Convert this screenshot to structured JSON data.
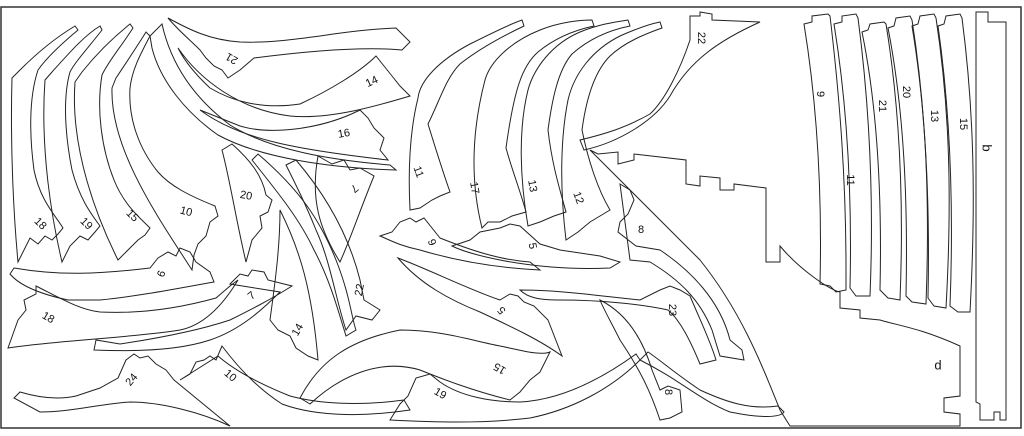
{
  "sheet": {
    "title": "Laser-cut parts layout",
    "line_color": "#222222",
    "background": "#ffffff"
  },
  "parts": [
    {
      "id": "p21a",
      "label": "21"
    },
    {
      "id": "p14a",
      "label": "14"
    },
    {
      "id": "p16",
      "label": "16"
    },
    {
      "id": "p7a",
      "label": "7"
    },
    {
      "id": "p20a",
      "label": "20"
    },
    {
      "id": "p18a",
      "label": "18"
    },
    {
      "id": "p19a",
      "label": "19"
    },
    {
      "id": "p15a",
      "label": "15"
    },
    {
      "id": "p10a",
      "label": "10"
    },
    {
      "id": "p6a",
      "label": "6"
    },
    {
      "id": "p18b",
      "label": "18"
    },
    {
      "id": "p7b",
      "label": "7"
    },
    {
      "id": "p14b",
      "label": "14"
    },
    {
      "id": "p24",
      "label": "24"
    },
    {
      "id": "p10b",
      "label": "10"
    },
    {
      "id": "p22a",
      "label": "22"
    },
    {
      "id": "p11a",
      "label": "11"
    },
    {
      "id": "p17",
      "label": "17"
    },
    {
      "id": "p13a",
      "label": "13"
    },
    {
      "id": "p12",
      "label": "12"
    },
    {
      "id": "p6b",
      "label": "6"
    },
    {
      "id": "p5a",
      "label": "5"
    },
    {
      "id": "p5b",
      "label": "5"
    },
    {
      "id": "p15b",
      "label": "15"
    },
    {
      "id": "p19b",
      "label": "19"
    },
    {
      "id": "p8a",
      "label": "8"
    },
    {
      "id": "p23",
      "label": "23"
    },
    {
      "id": "p8b",
      "label": "8"
    },
    {
      "id": "p22b",
      "label": "22"
    },
    {
      "id": "s9",
      "label": "9"
    },
    {
      "id": "s11",
      "label": "11"
    },
    {
      "id": "s21",
      "label": "21"
    },
    {
      "id": "s20",
      "label": "20"
    },
    {
      "id": "s13",
      "label": "13"
    },
    {
      "id": "s15",
      "label": "15"
    },
    {
      "id": "pb",
      "label": "b"
    },
    {
      "id": "pd",
      "label": "d"
    }
  ]
}
